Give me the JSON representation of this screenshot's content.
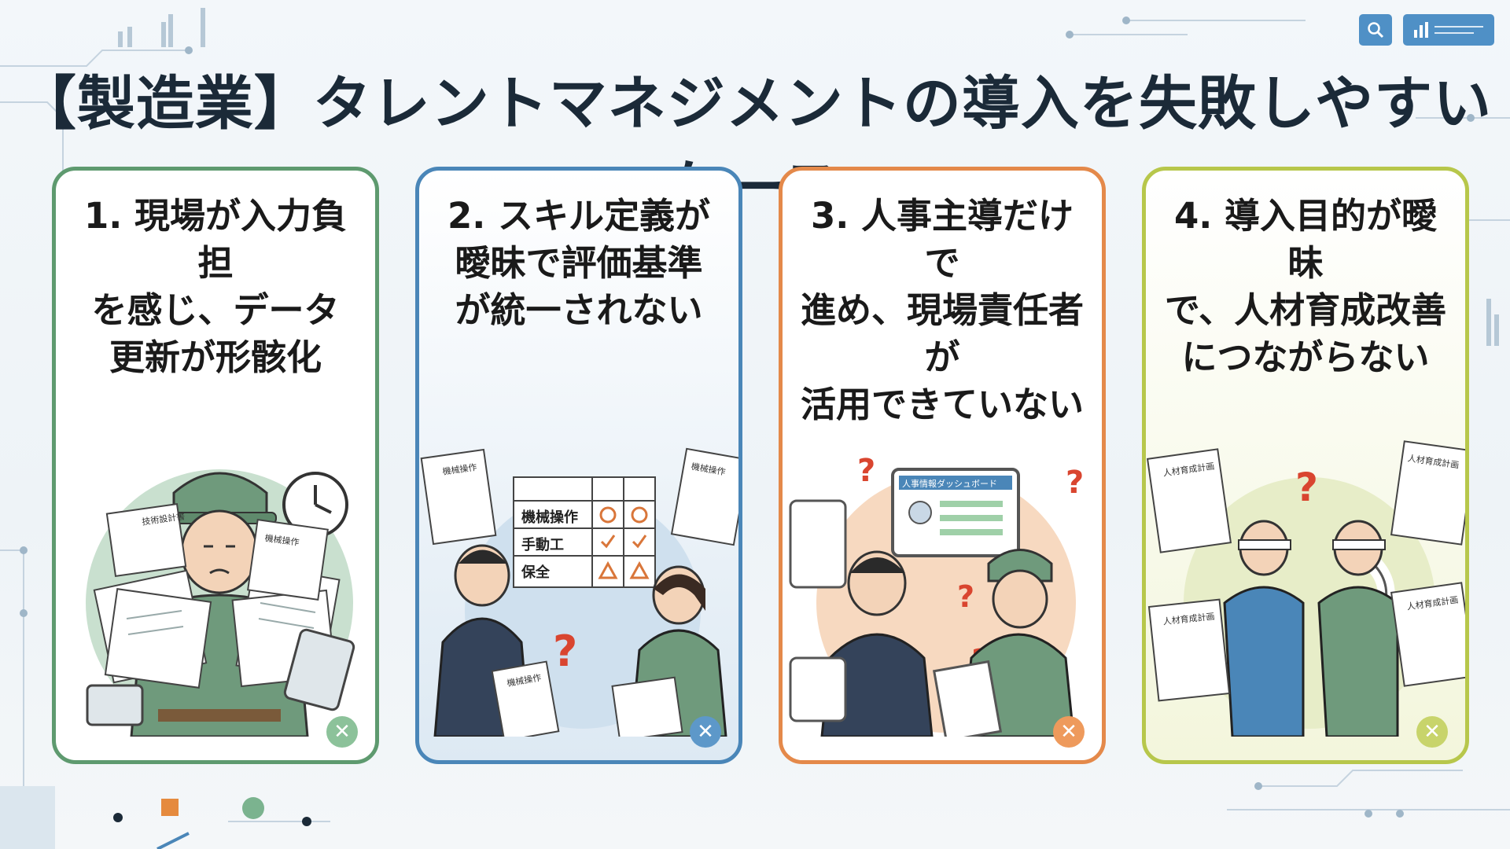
{
  "title": "【製造業】タレントマネジメントの導入を失敗しやすいケース",
  "top_icons": [
    {
      "icon": "search-icon"
    },
    {
      "icon": "chart-icon"
    }
  ],
  "colors": {
    "green": "#5e9a6f",
    "blue": "#4a86b8",
    "orange": "#e4894a",
    "lime": "#b7c74b"
  },
  "cards": [
    {
      "heading": "1. 現場が入力負担\nを感じ、データ\n更新が形骸化",
      "border": "#5e9a6f",
      "bg": "#ffffff",
      "circle": "#c9e0cf",
      "badge": "#8cc29a",
      "mark": "✕",
      "doc_labels": [
        "技術設計書",
        "機械操作"
      ]
    },
    {
      "heading": "2. スキル定義が\n曖昧で評価基準\nが統一されない",
      "border": "#4a86b8",
      "bg": "#e4eef7",
      "circle": "#cfe0ee",
      "badge": "#5d98c9",
      "mark": "✕",
      "table_rows": [
        "機械操作",
        "手動工",
        "保全"
      ],
      "doc_labels": [
        "機械操作",
        "機械操作",
        "機械操作"
      ]
    },
    {
      "heading": "3. 人事主導だけで\n進め、現場責任者が\n活用できていない",
      "border": "#e4894a",
      "bg": "#ffffff",
      "circle": "#f7d9c0",
      "badge": "#ee9a5c",
      "mark": "✕",
      "dashboard_label": "人事情報ダッシュボード"
    },
    {
      "heading": "4. 導入目的が曖昧\nで、人材育成改善\nにつながらない",
      "border": "#b7c74b",
      "bg": "#f6f8e6",
      "circle": "#e7edc8",
      "badge": "#c8d46b",
      "mark": "✕",
      "doc_labels": [
        "人材育成計画",
        "人材育成計画",
        "人材育成計画",
        "人材育成計画"
      ]
    }
  ]
}
